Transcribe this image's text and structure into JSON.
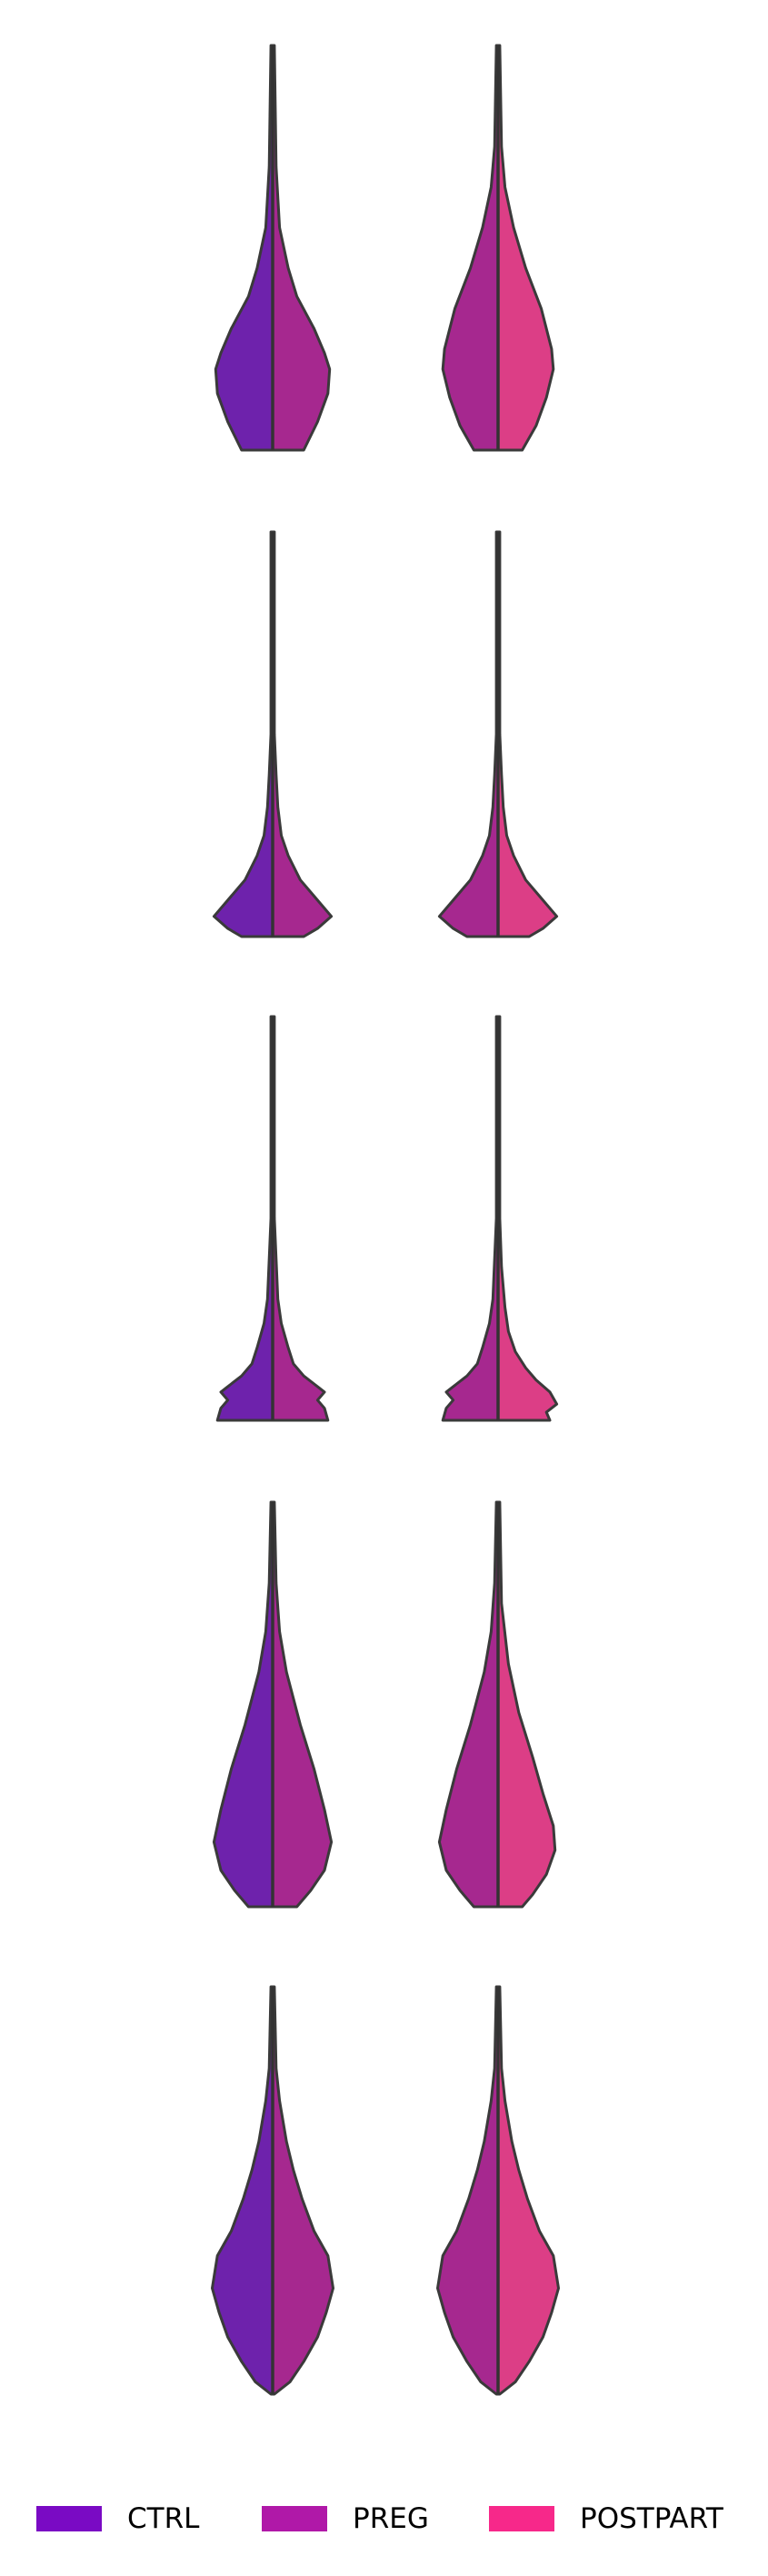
{
  "chart_data": {
    "type": "violin",
    "split": true,
    "panels": [
      {
        "left": {
          "series": "CTRL",
          "mode": "A"
        },
        "right": {
          "series": "PREG",
          "mode": "A"
        },
        "left2": {
          "series": "PREG",
          "mode": "B"
        },
        "right2": {
          "series": "POSTPART",
          "mode": "B"
        }
      },
      {
        "left": {
          "series": "CTRL",
          "mode": "C"
        },
        "right": {
          "series": "PREG",
          "mode": "C"
        },
        "left2": {
          "series": "PREG",
          "mode": "C"
        },
        "right2": {
          "series": "POSTPART",
          "mode": "C"
        }
      },
      {
        "left": {
          "series": "CTRL",
          "mode": "D"
        },
        "right": {
          "series": "PREG",
          "mode": "D"
        },
        "left2": {
          "series": "PREG",
          "mode": "D"
        },
        "right2": {
          "series": "POSTPART",
          "mode": "E"
        }
      },
      {
        "left": {
          "series": "CTRL",
          "mode": "F"
        },
        "right": {
          "series": "PREG",
          "mode": "F"
        },
        "left2": {
          "series": "PREG",
          "mode": "F"
        },
        "right2": {
          "series": "POSTPART",
          "mode": "G"
        }
      },
      {
        "left": {
          "series": "CTRL",
          "mode": "H"
        },
        "right": {
          "series": "PREG",
          "mode": "H"
        },
        "left2": {
          "series": "PREG",
          "mode": "H"
        },
        "right2": {
          "series": "POSTPART",
          "mode": "H"
        }
      }
    ],
    "series": [
      {
        "name": "CTRL",
        "color": "#7a0ac4"
      },
      {
        "name": "PREG",
        "color": "#b018a8"
      },
      {
        "name": "POSTPART",
        "color": "#f7288a"
      }
    ],
    "violin_colors": {
      "CTRL": "#6e22ac",
      "PREG": "#a6288f",
      "POSTPART": "#dc3e86"
    },
    "legend_position": "bottom",
    "axes_visible": false
  },
  "legend": {
    "items": [
      {
        "label": "CTRL",
        "color": "#7a0ac4"
      },
      {
        "label": "PREG",
        "color": "#b018a8"
      },
      {
        "label": "POSTPART",
        "color": "#f7288a"
      }
    ]
  }
}
